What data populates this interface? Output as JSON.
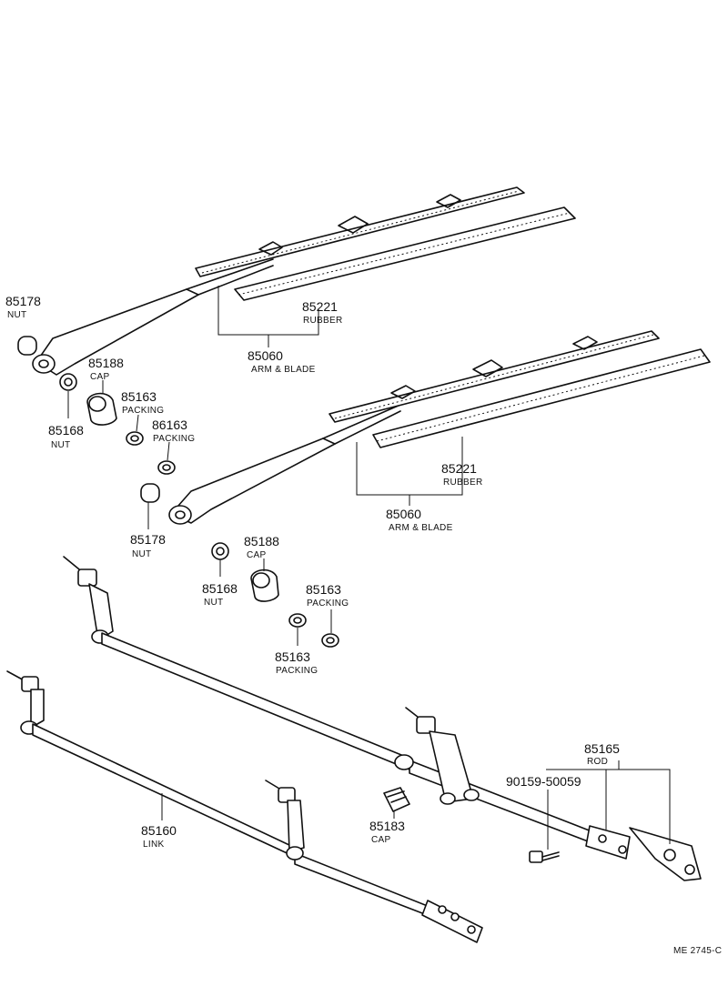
{
  "callouts": [
    {
      "number": "85178",
      "name": "NUT"
    },
    {
      "number": "85221",
      "name": "RUBBER"
    },
    {
      "number": "85060",
      "name": "ARM & BLADE"
    },
    {
      "number": "85188",
      "name": "CAP"
    },
    {
      "number": "85163",
      "name": "PACKING"
    },
    {
      "number": "86163",
      "name": "PACKING"
    },
    {
      "number": "85168",
      "name": "NUT"
    },
    {
      "number": "85221",
      "name": "RUBBER"
    },
    {
      "number": "85060",
      "name": "ARM & BLADE"
    },
    {
      "number": "85178",
      "name": "NUT"
    },
    {
      "number": "85188",
      "name": "CAP"
    },
    {
      "number": "85168",
      "name": "NUT"
    },
    {
      "number": "85163",
      "name": "PACKING"
    },
    {
      "number": "85163",
      "name": "PACKING"
    },
    {
      "number": "85165",
      "name": "ROD"
    },
    {
      "number": "90159-50059",
      "name": ""
    },
    {
      "number": "85160",
      "name": "LINK"
    },
    {
      "number": "85183",
      "name": "CAP"
    }
  ],
  "reference_code": "ME 2745-C"
}
